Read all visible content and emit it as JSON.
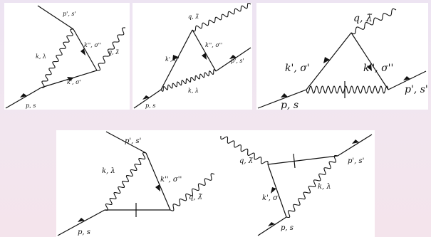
{
  "diagrams": [
    {
      "labels": {
        "out_fermion": "p', s'",
        "top_internal": "k'', σ''",
        "photon_out": "q, λ̃",
        "photon_internal": "k, λ",
        "bottom_internal": "k', σ'",
        "in_fermion": "p, s"
      }
    },
    {
      "labels": {
        "photon_out": "q, λ̃",
        "left_internal": "k', σ'",
        "right_internal": "k'', σ''",
        "out_fermion": "p', s'",
        "photon_internal": "k, λ",
        "in_fermion": "p, s"
      }
    },
    {
      "labels": {
        "photon_out": "q, λ̃",
        "left_internal": "k', σ'",
        "right_internal": "k'', σ''",
        "out_fermion": "p', s'",
        "in_fermion": "p, s"
      }
    },
    {
      "labels": {
        "out_fermion": "p', s'",
        "photon_internal": "k, λ",
        "right_internal": "k'', σ''",
        "photon_out": "q, λ̃",
        "in_fermion": "p, s"
      }
    },
    {
      "labels": {
        "photon_out": "q, λ̃",
        "out_fermion": "p', s'",
        "left_internal": "k', σ'",
        "photon_internal": "k, λ",
        "in_fermion": "p, s"
      }
    }
  ]
}
